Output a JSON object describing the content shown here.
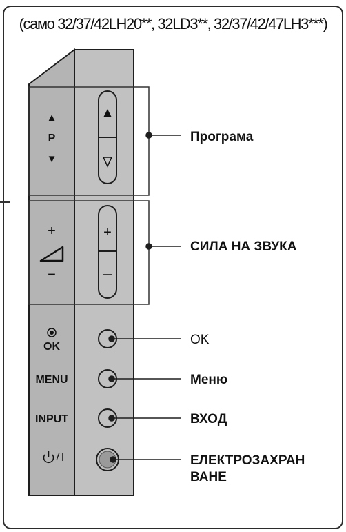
{
  "header": {
    "note": "(само 32/37/42LH20**, 32LD3**, 32/37/42/47LH3***)"
  },
  "panel": {
    "p_label": "P",
    "up_arrow": "▲",
    "down_arrow": "▼",
    "vol_plus": "+",
    "vol_minus": "−",
    "ok_label": "OK",
    "menu_label": "MENU",
    "input_label": "INPUT",
    "power_label": "⏻/ I",
    "rocker_plus": "+"
  },
  "callouts": {
    "program": "Програма",
    "volume": "СИЛА НА ЗВУКА",
    "ok": "OK",
    "menu": "Меню",
    "input": "ВХОД",
    "power_line1": "ЕЛЕКТРОЗАХРАН",
    "power_line2": "ВАНЕ"
  },
  "colors": {
    "panel_left": "#b4b4b4",
    "panel_right": "#c1c1c1",
    "outline": "#1e1e1e"
  }
}
